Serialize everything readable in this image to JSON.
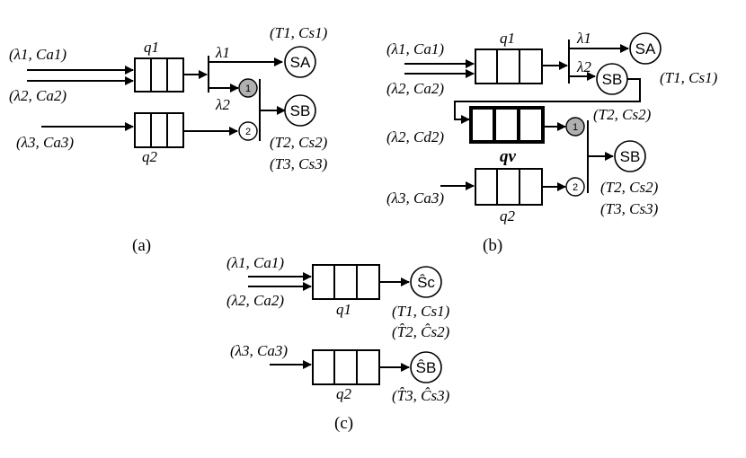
{
  "panels": [
    {
      "caption": "(a)",
      "arrivals": [
        "(λ1, Ca1)",
        "(λ2, Ca2)",
        "(λ3, Ca3)"
      ],
      "queues": [
        "q1",
        "q2"
      ],
      "rates": [
        "λ1",
        "λ2"
      ],
      "servers": [
        "SA",
        "SB"
      ],
      "priorities": [
        "1",
        "2"
      ],
      "params": [
        "(T1, Cs1)",
        "(T2, Cs2)",
        "(T3, Cs3)"
      ]
    },
    {
      "caption": "(b)",
      "arrivals": [
        "(λ1, Ca1)",
        "(λ2, Ca2)",
        "(λ2, Cd2)",
        "(λ3, Ca3)"
      ],
      "queues": [
        "q1",
        "qv",
        "q2"
      ],
      "rates": [
        "λ1",
        "λ2"
      ],
      "servers": [
        "SA",
        "SB",
        "SB"
      ],
      "priorities": [
        "1",
        "2"
      ],
      "params": [
        "(T1, Cs1)",
        "(T2, Cs2)",
        "(T2, Cs2)",
        "(T3, Cs3)"
      ]
    },
    {
      "caption": "(c)",
      "arrivals": [
        "(λ1, Ca1)",
        "(λ2, Ca2)",
        "(λ3, Ca3)"
      ],
      "queues": [
        "q1",
        "q2"
      ],
      "servers": [
        "Ŝc",
        "ŜB"
      ],
      "params": [
        "(T1, Cs1)",
        "(T̂2, Ĉs2)",
        "(T̂3, Ĉs3)"
      ]
    }
  ]
}
